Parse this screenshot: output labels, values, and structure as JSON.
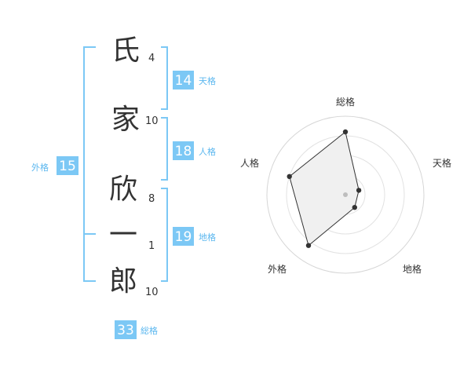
{
  "characters": [
    {
      "char": "氏",
      "strokes": "4"
    },
    {
      "char": "家",
      "strokes": "10"
    },
    {
      "char": "欣",
      "strokes": "8"
    },
    {
      "char": "一",
      "strokes": "1"
    },
    {
      "char": "郎",
      "strokes": "10"
    }
  ],
  "kaku": {
    "tenkaku": {
      "value": "14",
      "label": "天格"
    },
    "jinkaku": {
      "value": "18",
      "label": "人格"
    },
    "chikaku": {
      "value": "19",
      "label": "地格"
    },
    "gaikaku": {
      "value": "15",
      "label": "外格"
    },
    "soukaku": {
      "value": "33",
      "label": "総格"
    }
  },
  "chart_data": {
    "type": "radar",
    "axes": [
      "総格",
      "天格",
      "地格",
      "外格",
      "人格"
    ],
    "values": [
      0.8,
      0.18,
      0.2,
      0.8,
      0.75
    ],
    "range": [
      0,
      1
    ],
    "rings": 4
  }
}
